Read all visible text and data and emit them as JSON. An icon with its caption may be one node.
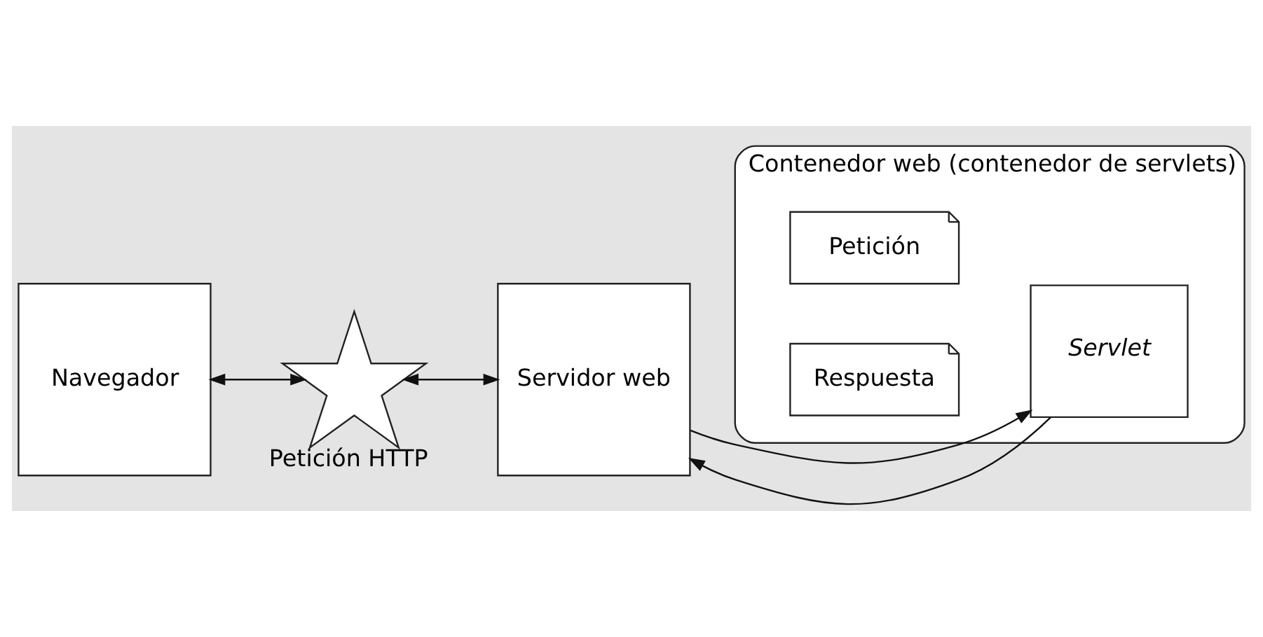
{
  "diagram": {
    "nodes": [
      {
        "text": [
          "Navegador"
        ]
      },
      {
        "text": [
          "Petición HTTP"
        ]
      },
      {
        "text": [
          "Servidor web"
        ]
      },
      {
        "text": [
          "Contenedor web (contenedor de servlets)"
        ]
      },
      {
        "text": [
          "Petición"
        ],
        "in": 3
      },
      {
        "text": [
          "*Servlet*"
        ],
        "in": 3
      },
      {
        "text": [
          "Respuesta"
        ],
        "in": 3
      }
    ],
    "edges": [
      {
        "from": 0,
        "to": 1,
        "arrow": "both"
      },
      {
        "from": 1,
        "to": 2,
        "arrow": "both"
      },
      {
        "from": 2,
        "to": 5,
        "arrow": "to"
      },
      {
        "from": 5,
        "to": 2,
        "arrow": "to"
      }
    ]
  }
}
